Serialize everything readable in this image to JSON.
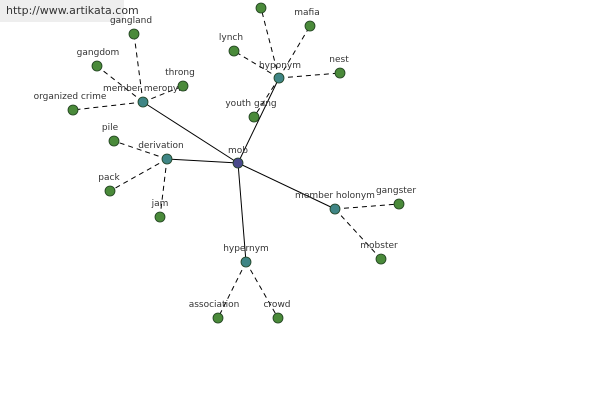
{
  "banner": {
    "url_text": "http://www.artikata.com"
  },
  "graph": {
    "root": {
      "id": "mob",
      "label": "mob"
    },
    "relations": [
      {
        "id": "hyponym",
        "label": "hyponym",
        "children": [
          "",
          "mafia",
          "lynch",
          "nest",
          "youth gang"
        ]
      },
      {
        "id": "member-meronym",
        "label": "member meronym",
        "children": [
          "gangland",
          "gangdom",
          "organized crime",
          "throng"
        ]
      },
      {
        "id": "derivation",
        "label": "derivation",
        "children": [
          "pile",
          "pack",
          "jam"
        ]
      },
      {
        "id": "member-holonym",
        "label": "member holonym",
        "children": [
          "gangster",
          "mobster"
        ]
      },
      {
        "id": "hypernym",
        "label": "hypernym",
        "children": [
          "association",
          "crowd"
        ]
      }
    ]
  },
  "colors": {
    "root_node": "#4a4a8c",
    "relation_node": "#3f8585",
    "leaf_node": "#4a8a3a",
    "node_outline": "#1f3f1f",
    "edge": "#000000",
    "label": "#333333"
  }
}
